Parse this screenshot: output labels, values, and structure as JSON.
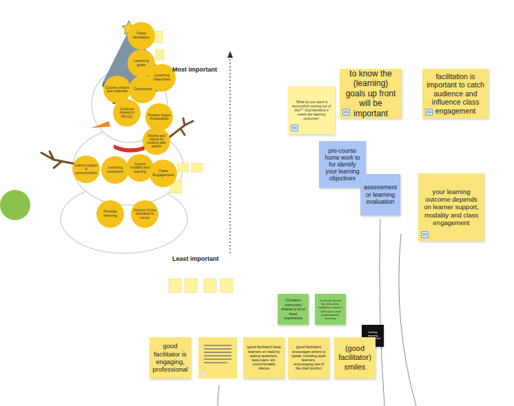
{
  "diagram": {
    "nodes": [
      {
        "text": [
          "Class facilitation"
        ]
      },
      {
        "text": [
          "Learning goals"
        ]
      },
      {
        "text": [
          "Learning objectives"
        ]
      },
      {
        "text": [
          "Course content and materials"
        ]
      },
      {
        "text": [
          "Curriculum"
        ]
      },
      {
        "text": [
          "Continue interest in INC112"
        ]
      },
      {
        "text": [
          "Positive Space Ambassador"
        ]
      },
      {
        "text": [
          "Allyship and values for creating safe spaces"
        ]
      },
      {
        "text": [
          "Learner support & communication"
        ]
      },
      {
        "text": [
          "Learning outcomes"
        ]
      },
      {
        "text": [
          "Course modality and learning"
        ]
      },
      {
        "text": [
          "Class Engagement"
        ]
      },
      {
        "text": [
          "Fireside learning"
        ]
      },
      {
        "text": [
          "Amount of time dedicated to course"
        ]
      },
      {
        "text": [
          "“What do you want to accomplish coming out of this?” “And therefore it meets the learning outcomes”",
          "P4"
        ]
      },
      {
        "text": [
          "to know the (learning) goals up front will be important",
          "P4"
        ]
      },
      {
        "text": [
          "facilitation is important to catch audience and influence class engagement",
          "P4"
        ]
      },
      {
        "text": [
          "pre-course home work to for identify your learning objectives"
        ]
      },
      {
        "text": [
          "assessment or learning evaluation"
        ]
      },
      {
        "text": [
          "your learning outcome depends on learner support, modality and class engagement",
          "P4"
        ]
      },
      {
        "text": [
          "(Creative instructor) shared a lot of lived experience"
        ]
      },
      {
        "text": [
          "Curiosity shared by instructors helped to create a safe space and promoted the learning"
        ]
      },
      {
        "text": [
          "Inviting learning environment"
        ]
      },
      {
        "text": [
          "good facilitator is engaging, professional"
        ]
      },
      {
        "text": [
          "(good facilitator) keep learners on track by asking questions, keep pace, etc. uncomfortable silence"
        ]
      },
      {
        "text": [
          "(good facilitator) encourages others to speak, including quiet learners, encouraging use of the chat function"
        ]
      },
      {
        "text": [
          "(good facilitator) smiles"
        ]
      }
    ],
    "labels": [
      "Most important",
      "Least important"
    ]
  }
}
